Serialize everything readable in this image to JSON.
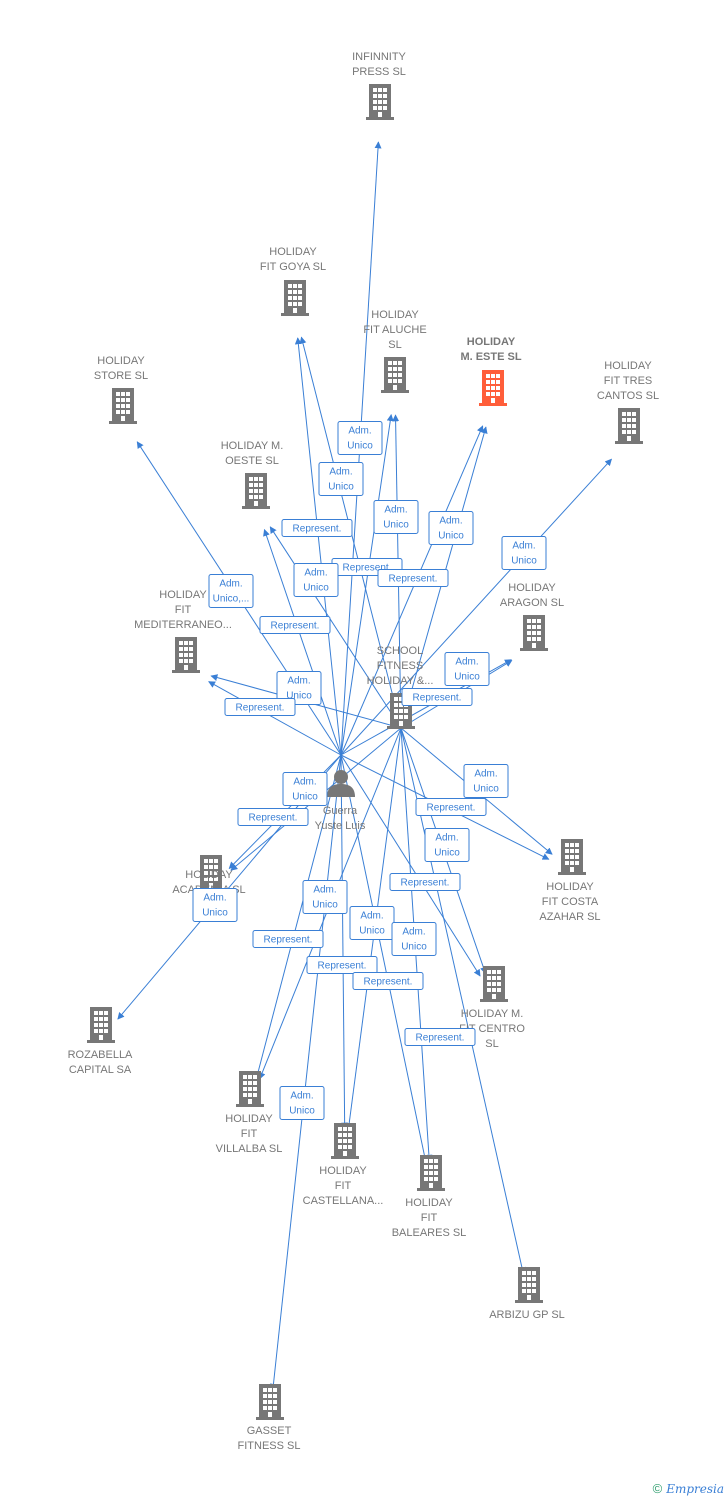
{
  "colors": {
    "edge": "#3a7fd5",
    "company": "#777777",
    "highlight": "#ff5e3a",
    "person": "#777777"
  },
  "nodes": [
    {
      "id": "infinnity",
      "type": "company",
      "icon": "building-icon",
      "label": [
        "INFINNITY",
        "PRESS SL"
      ]
    },
    {
      "id": "goya",
      "type": "company",
      "icon": "building-icon",
      "label": [
        "HOLIDAY",
        "FIT GOYA  SL"
      ]
    },
    {
      "id": "aluche",
      "type": "company",
      "icon": "building-icon",
      "label": [
        "HOLIDAY",
        "FIT ALUCHE",
        "SL"
      ]
    },
    {
      "id": "meste",
      "type": "company",
      "icon": "building-icon",
      "highlight": true,
      "label": [
        "HOLIDAY",
        "M.  ESTE  SL"
      ]
    },
    {
      "id": "trescantos",
      "type": "company",
      "icon": "building-icon",
      "label": [
        "HOLIDAY",
        "FIT TRES",
        "CANTOS  SL"
      ]
    },
    {
      "id": "store",
      "type": "company",
      "icon": "building-icon",
      "label": [
        "HOLIDAY",
        "STORE  SL"
      ]
    },
    {
      "id": "moeste",
      "type": "company",
      "icon": "building-icon",
      "label": [
        "HOLIDAY M.",
        "OESTE  SL"
      ]
    },
    {
      "id": "aragon",
      "type": "company",
      "icon": "building-icon",
      "label": [
        "HOLIDAY",
        "ARAGON  SL"
      ]
    },
    {
      "id": "mediterraneo",
      "type": "company",
      "icon": "building-icon",
      "label": [
        "HOLIDAY",
        "FIT",
        "MEDITERRANEO..."
      ]
    },
    {
      "id": "school",
      "type": "company",
      "icon": "building-icon",
      "label": [
        "SCHOOL",
        "FITNESS",
        "HOLIDAY &..."
      ]
    },
    {
      "id": "person",
      "type": "person",
      "icon": "person-icon",
      "label": [
        "Guerra",
        "Yuste Luis"
      ]
    },
    {
      "id": "academia",
      "type": "company",
      "icon": "building-icon",
      "label": [
        "HOLIDAY",
        "ACADEMIA  SL"
      ]
    },
    {
      "id": "costaazahar",
      "type": "company",
      "icon": "building-icon",
      "label": [
        "HOLIDAY",
        "FIT COSTA",
        "AZAHAR  SL"
      ]
    },
    {
      "id": "rozabella",
      "type": "company",
      "icon": "building-icon",
      "label": [
        "ROZABELLA",
        "CAPITAL SA"
      ]
    },
    {
      "id": "mcentro",
      "type": "company",
      "icon": "building-icon",
      "label": [
        "HOLIDAY M.",
        "FIT CENTRO",
        "SL"
      ]
    },
    {
      "id": "villalba",
      "type": "company",
      "icon": "building-icon",
      "label": [
        "HOLIDAY",
        "FIT",
        "VILLALBA  SL"
      ]
    },
    {
      "id": "castellana",
      "type": "company",
      "icon": "building-icon",
      "label": [
        "HOLIDAY",
        "FIT",
        "CASTELLANA..."
      ]
    },
    {
      "id": "baleares",
      "type": "company",
      "icon": "building-icon",
      "label": [
        "HOLIDAY",
        "FIT",
        "BALEARES  SL"
      ]
    },
    {
      "id": "arbizu",
      "type": "company",
      "icon": "building-icon",
      "label": [
        "ARBIZU GP SL"
      ]
    },
    {
      "id": "gasset",
      "type": "company",
      "icon": "building-icon",
      "label": [
        "GASSET",
        "FITNESS SL"
      ]
    }
  ],
  "relations": [
    {
      "from": "person",
      "to": "infinnity",
      "label": [
        "Adm.",
        "Unico"
      ]
    },
    {
      "from": "person",
      "to": "goya",
      "label": [
        "Adm.",
        "Unico"
      ]
    },
    {
      "from": "school",
      "to": "goya",
      "label": [
        "Represent."
      ]
    },
    {
      "from": "person",
      "to": "aluche",
      "label": [
        "Adm.",
        "Unico"
      ]
    },
    {
      "from": "school",
      "to": "aluche",
      "label": [
        "Represent."
      ]
    },
    {
      "from": "person",
      "to": "meste",
      "label": [
        "Adm.",
        "Unico"
      ]
    },
    {
      "from": "school",
      "to": "meste",
      "label": [
        "Represent."
      ]
    },
    {
      "from": "person",
      "to": "trescantos",
      "label": [
        "Adm.",
        "Unico"
      ]
    },
    {
      "from": "person",
      "to": "store",
      "label": [
        "Adm.",
        "Unico,..."
      ]
    },
    {
      "from": "person",
      "to": "moeste",
      "label": [
        "Adm.",
        "Unico"
      ]
    },
    {
      "from": "school",
      "to": "moeste",
      "label": [
        "Represent."
      ]
    },
    {
      "from": "person",
      "to": "aragon",
      "label": [
        "Adm.",
        "Unico"
      ]
    },
    {
      "from": "school",
      "to": "aragon",
      "label": [
        "Represent."
      ]
    },
    {
      "from": "person",
      "to": "mediterraneo",
      "label": [
        "Adm.",
        "Unico"
      ]
    },
    {
      "from": "school",
      "to": "mediterraneo",
      "label": [
        "Represent."
      ]
    },
    {
      "from": "person",
      "to": "academia",
      "label": [
        "Adm.",
        "Unico"
      ]
    },
    {
      "from": "school",
      "to": "academia",
      "label": [
        "Represent."
      ]
    },
    {
      "from": "person",
      "to": "costaazahar",
      "label": [
        "Adm.",
        "Unico"
      ]
    },
    {
      "from": "school",
      "to": "costaazahar",
      "label": [
        "Represent."
      ]
    },
    {
      "from": "person",
      "to": "rozabella",
      "label": [
        "Adm.",
        "Unico"
      ]
    },
    {
      "from": "person",
      "to": "mcentro",
      "label": [
        "Adm.",
        "Unico"
      ]
    },
    {
      "from": "school",
      "to": "mcentro",
      "label": [
        "Represent."
      ]
    },
    {
      "from": "person",
      "to": "villalba",
      "label": [
        "Adm.",
        "Unico"
      ]
    },
    {
      "from": "school",
      "to": "villalba",
      "label": [
        "Represent."
      ]
    },
    {
      "from": "person",
      "to": "castellana",
      "label": [
        "Adm.",
        "Unico"
      ]
    },
    {
      "from": "school",
      "to": "castellana",
      "label": [
        "Represent."
      ]
    },
    {
      "from": "person",
      "to": "baleares",
      "label": [
        "Adm.",
        "Unico"
      ]
    },
    {
      "from": "school",
      "to": "baleares",
      "label": [
        "Represent."
      ]
    },
    {
      "from": "school",
      "to": "arbizu",
      "label": [
        "Represent."
      ]
    },
    {
      "from": "person",
      "to": "gasset",
      "label": [
        "Adm.",
        "Unico"
      ]
    }
  ],
  "footer": {
    "copyright": "©",
    "brand": "Empresia"
  }
}
